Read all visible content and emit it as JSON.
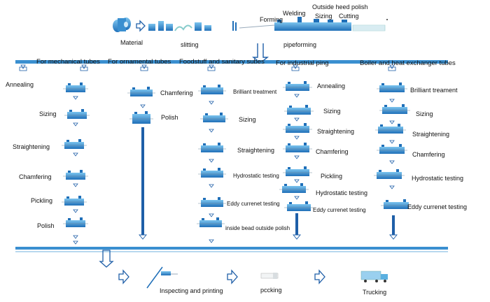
{
  "top": {
    "material": "Material",
    "slitting": "slitting",
    "forming": "Forming",
    "welding": "Welding",
    "outside_polish": "Outside heed polish",
    "sizing": "Sizing",
    "cutting": "Cutting",
    "pipeforming": "pipeforming"
  },
  "columns": {
    "c1": {
      "title": "For mechanical tubes",
      "steps": [
        "Annealing",
        "Sizing",
        "Straightening",
        "Chamfering",
        "Pickling",
        "Polish"
      ]
    },
    "c2": {
      "title": "For ornamental tubes",
      "steps": [
        "Chamfering",
        "Polish"
      ]
    },
    "c3": {
      "title": "Foodstuff and sanitary subes",
      "steps": [
        "Brilliant treatment",
        "Sizing",
        "Straightening",
        "Hydrostatic testing",
        "Eddy currenet testing",
        "inside bead outside polish"
      ]
    },
    "c4": {
      "title": "For industrial ping",
      "steps": [
        "Annealing",
        "Sizing",
        "Straightening",
        "Chamfering",
        "Pickling",
        "Hydrostatic testing",
        "Eddy currenet testing"
      ]
    },
    "c5": {
      "title": "Boiler and heat exchanger  tubes",
      "steps": [
        "Brilliant treament",
        "Sizing",
        "Straightening",
        "Chamfering",
        "Hydrostatic testing",
        "Eddy currenet testing"
      ]
    }
  },
  "bottom": {
    "inspecting": "Inspecting and printing",
    "packing": "pccking",
    "trucking": "Trucking"
  },
  "colors": {
    "blue": "#2a8fd0",
    "dark_blue": "#1f5fa8",
    "light_blue": "#7cc4ee"
  }
}
